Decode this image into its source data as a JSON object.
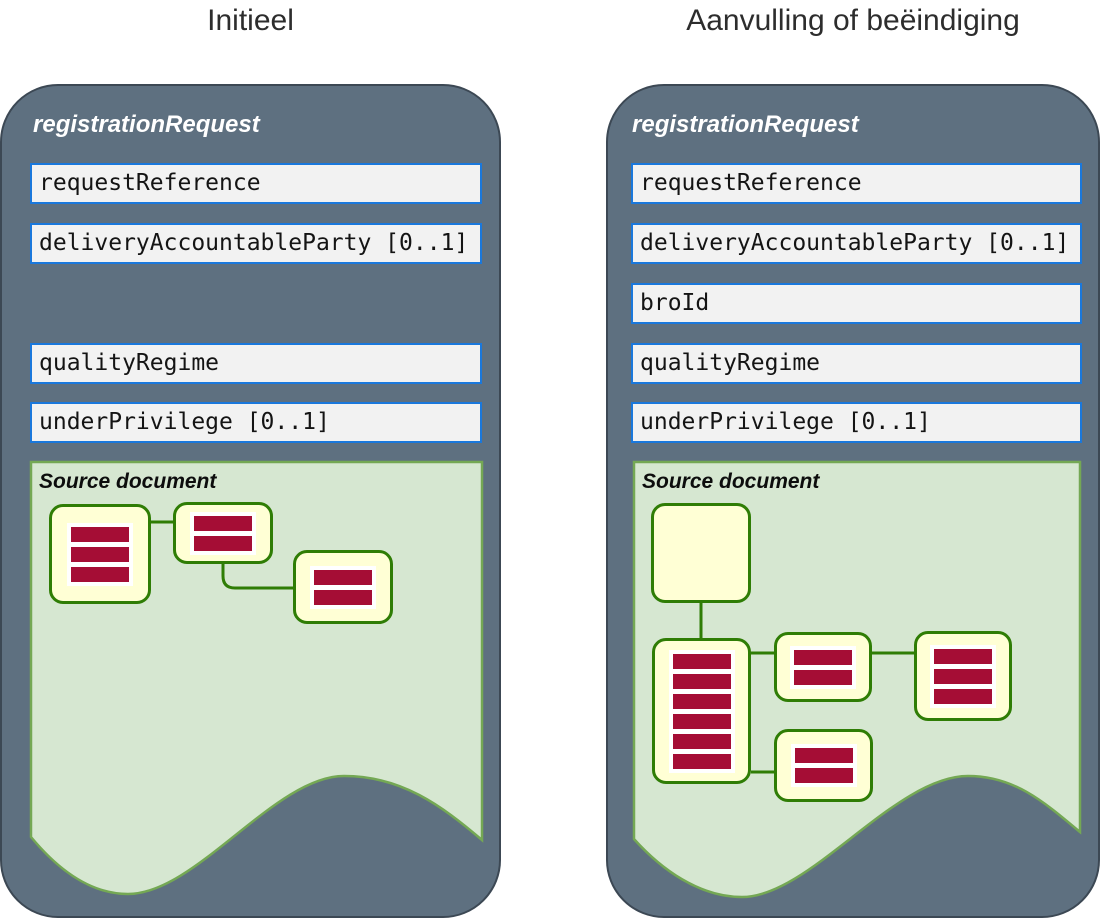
{
  "headings": {
    "left": "Initieel",
    "right": "Aanvulling of beëindiging"
  },
  "panels": {
    "left": {
      "title": "registrationRequest",
      "fields": [
        "requestReference",
        "deliveryAccountableParty [0..1]",
        "qualityRegime",
        "underPrivilege [0..1]"
      ],
      "source_document_title": "Source document"
    },
    "right": {
      "title": "registrationRequest",
      "fields": [
        "requestReference",
        "deliveryAccountableParty [0..1]",
        "broId",
        "qualityRegime",
        "underPrivilege [0..1]"
      ],
      "source_document_title": "Source document"
    }
  },
  "icons": {
    "document_node": "rounded-card-with-red-text-lines",
    "document_node_empty": "rounded-card-blank",
    "connector": "green-elbow-line"
  },
  "colors": {
    "panel_fill": "#5e7080",
    "panel_border": "#3c4854",
    "field_fill": "#f2f2f2",
    "field_border": "#1a78dc",
    "source_area_fill": "#d6e7d1",
    "source_area_stroke": "#74a854",
    "node_fill": "#ffffd5",
    "node_border": "#2f7d05",
    "text_line_bar": "#a50d35",
    "panel_title_text": "#ffffff",
    "heading_text": "#2d2d2d"
  }
}
